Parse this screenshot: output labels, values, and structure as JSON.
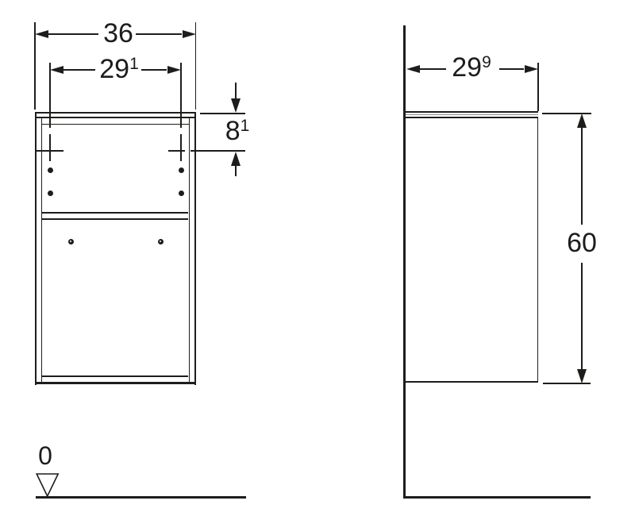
{
  "colors": {
    "ink": "#1d1d1b",
    "panel_core": "#8a8a8a",
    "background": "#ffffff"
  },
  "front_view": {
    "overall_width": {
      "value": "36",
      "sup": ""
    },
    "fixing_width": {
      "value": "29",
      "sup": "1"
    },
    "fixing_offset": {
      "value": "8",
      "sup": "1"
    },
    "zero_level": {
      "value": "0",
      "sup": ""
    }
  },
  "side_view": {
    "depth": {
      "value": "29",
      "sup": "9"
    },
    "height": {
      "value": "60",
      "sup": ""
    }
  }
}
